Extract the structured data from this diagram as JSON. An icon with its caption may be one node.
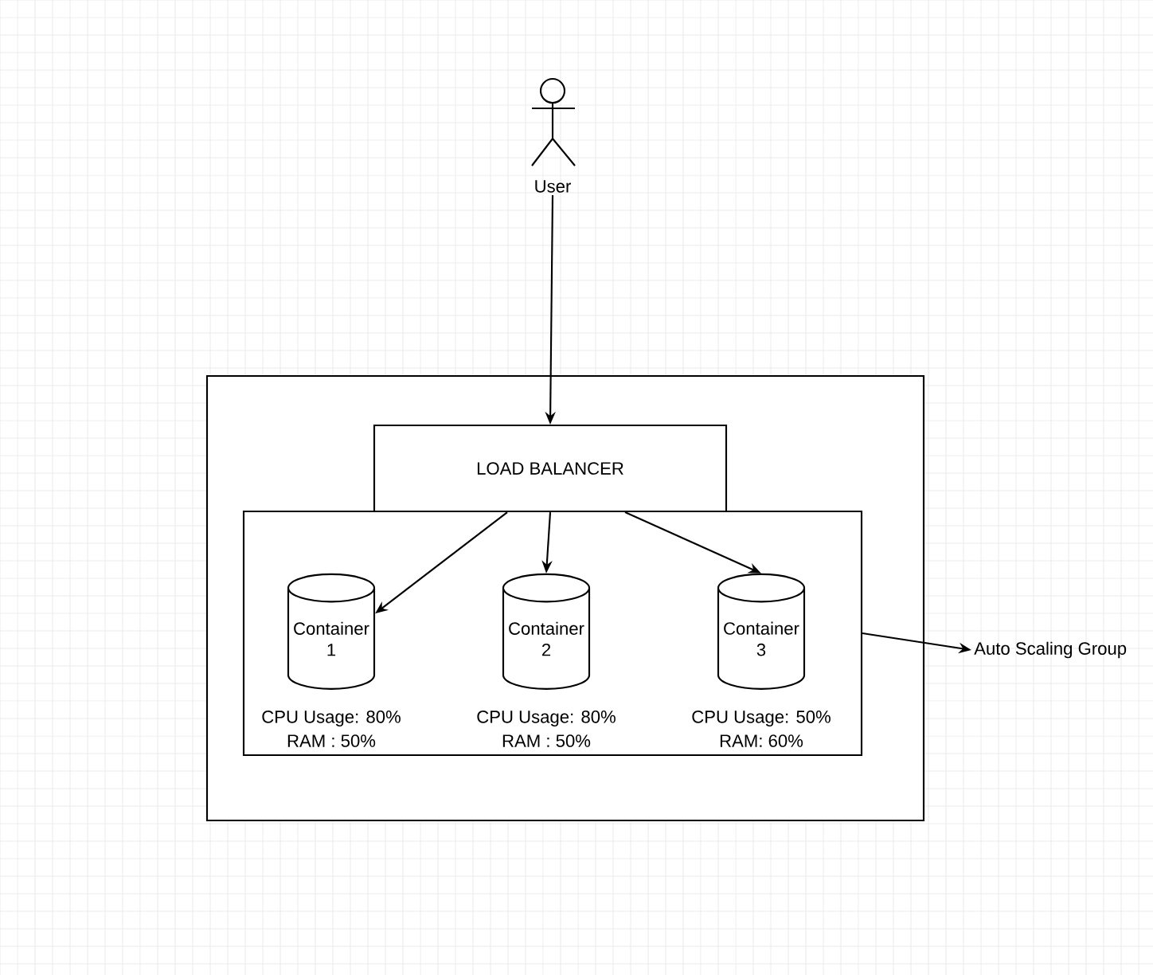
{
  "diagram": {
    "nodes": [
      {
        "text": [
          "User"
        ]
      },
      {
        "text": [],
        "shape": "box"
      },
      {
        "text": [
          "LOAD BALANCER"
        ],
        "in": 1
      },
      {
        "text": [],
        "shape": "box",
        "in": 1
      },
      {
        "text": [
          "Container 1"
        ],
        "in": 3,
        "beside": [
          "CPU Usage: 80%",
          "RAM : 50%"
        ]
      },
      {
        "text": [
          "Container 2"
        ],
        "in": 3,
        "beside": [
          "CPU Usage: 80%",
          "RAM : 50%"
        ]
      },
      {
        "text": [
          "Container 3"
        ],
        "in": 3,
        "beside": [
          "CPU Usage: 50%",
          "RAM: 60%"
        ]
      },
      {
        "text": [
          "Auto Scaling Group"
        ]
      }
    ],
    "edges": [
      {
        "from": 0,
        "to": 2,
        "arrow": "to"
      },
      {
        "from": 2,
        "to": 4,
        "arrow": "to"
      },
      {
        "from": 2,
        "to": 5,
        "arrow": "to"
      },
      {
        "from": 2,
        "to": 6,
        "arrow": "to"
      },
      {
        "from": 3,
        "to": 7,
        "arrow": "to"
      }
    ]
  }
}
